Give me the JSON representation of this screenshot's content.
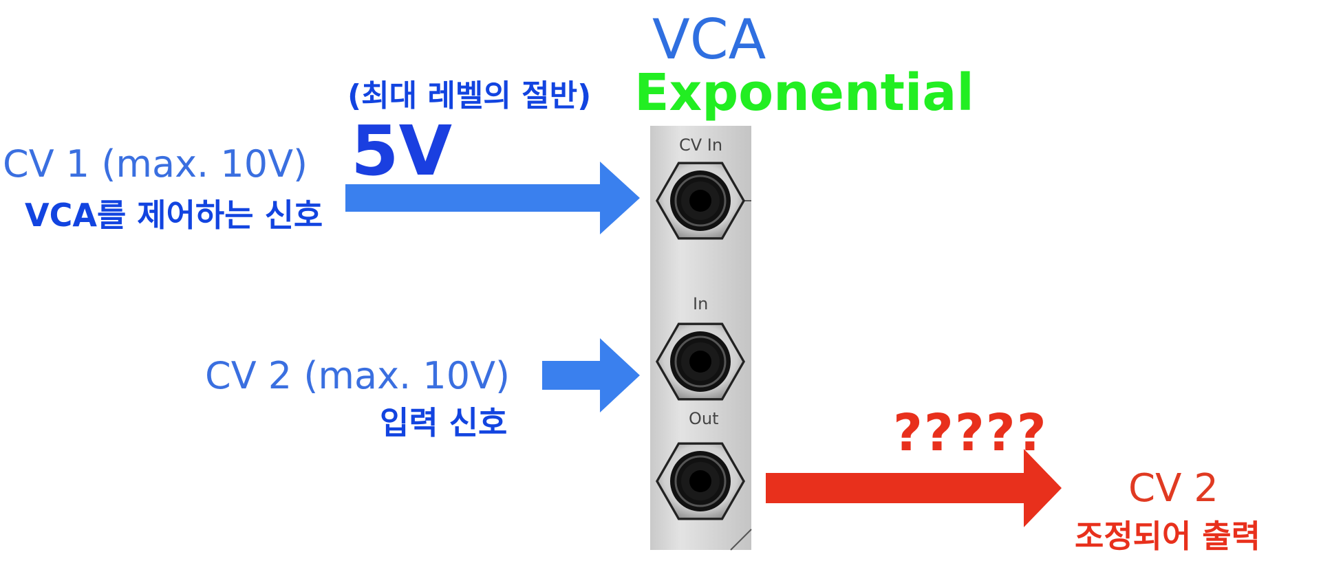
{
  "diagram": {
    "title": "VCA",
    "mode": "Exponential",
    "half_level_note": "(최대 레벨의 절반)",
    "voltage": "5V",
    "cv1": {
      "label": "CV 1 (max. 10V)",
      "sublabel": "VCA를 제어하는 신호"
    },
    "cv2": {
      "label": "CV 2 (max. 10V)",
      "sublabel": "입력 신호"
    },
    "output": {
      "unknown": "?????",
      "label": "CV 2",
      "sublabel": "조정되어 출력"
    },
    "module": {
      "jack_cv_in": "CV In",
      "jack_in": "In",
      "jack_out": "Out"
    },
    "colors": {
      "input_arrow": "#3a80ee",
      "output_arrow": "#e8301c",
      "title": "#2f6fe0",
      "mode": "#22ee22"
    }
  }
}
